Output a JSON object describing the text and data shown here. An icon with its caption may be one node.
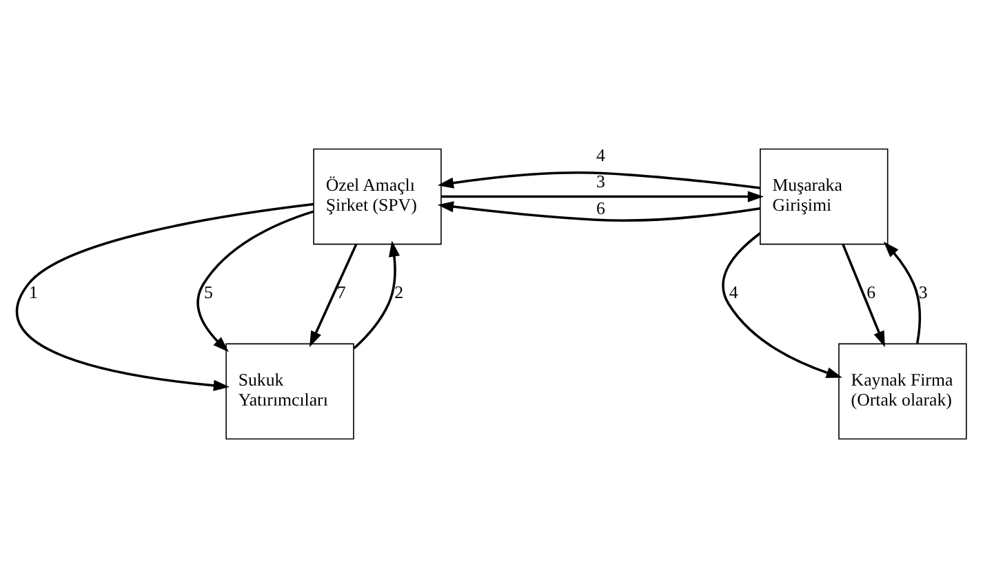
{
  "diagram": {
    "nodes": [
      {
        "text": [
          "Özel Amaçlı Şirket (SPV)"
        ]
      },
      {
        "text": [
          "Muşaraka Girişimi"
        ]
      },
      {
        "text": [
          "Sukuk Yatırımcıları"
        ]
      },
      {
        "text": [
          "Kaynak Firma (Ortak olarak)"
        ]
      }
    ],
    "edges": [
      {
        "from": 0,
        "to": 1,
        "arrow": "to",
        "label": "3"
      },
      {
        "from": 1,
        "to": 0,
        "arrow": "to",
        "label": "6"
      },
      {
        "from": 1,
        "to": 0,
        "arrow": "to",
        "label": "4"
      },
      {
        "from": 0,
        "to": 2,
        "arrow": "to",
        "label": "1"
      },
      {
        "from": 2,
        "to": 0,
        "arrow": "to",
        "label": "2"
      },
      {
        "from": 0,
        "to": 2,
        "arrow": "to",
        "label": "5"
      },
      {
        "from": 0,
        "to": 2,
        "arrow": "to",
        "label": "7"
      },
      {
        "from": 3,
        "to": 1,
        "arrow": "to",
        "label": "3"
      },
      {
        "from": 1,
        "to": 3,
        "arrow": "to",
        "label": "4"
      },
      {
        "from": 1,
        "to": 3,
        "arrow": "to",
        "label": "6"
      }
    ]
  }
}
